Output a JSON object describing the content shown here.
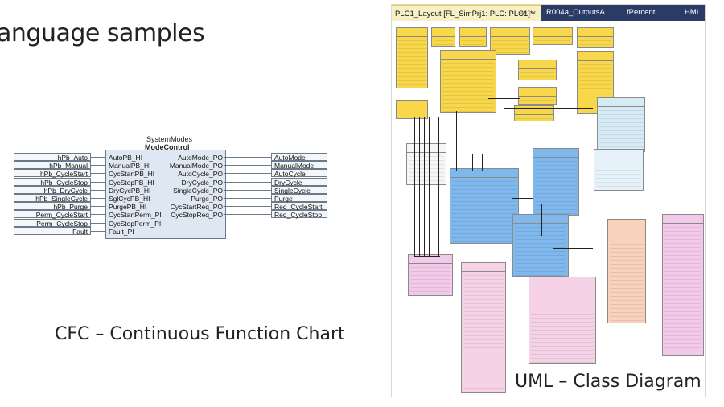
{
  "slide": {
    "title": "anguage samples",
    "cfc_caption": "CFC – Continuous Function Chart",
    "uml_caption": "UML – Class Diagram"
  },
  "cfc": {
    "block_type": "SystemModes",
    "block_name": "ModeControl",
    "inputs": [
      {
        "var": "hPb_Auto",
        "pin": "AutoPB_HI"
      },
      {
        "var": "hPb_Manual",
        "pin": "ManualPB_HI"
      },
      {
        "var": "hPb_CycleStart",
        "pin": "CycStartPB_HI"
      },
      {
        "var": "hPb_CycleStop",
        "pin": "CycStopPB_HI"
      },
      {
        "var": "hPb_DryCycle",
        "pin": "DryCycPB_HI"
      },
      {
        "var": "hPb_SingleCycle",
        "pin": "SglCycPB_HI"
      },
      {
        "var": "hPb_Purge",
        "pin": "PurgePB_HI"
      },
      {
        "var": "Perm_CycleStart",
        "pin": "CycStartPerm_PI"
      },
      {
        "var": "Perm_CycleStop",
        "pin": "CycStopPerm_PI"
      },
      {
        "var": "Fault",
        "pin": "Fault_PI"
      }
    ],
    "outputs": [
      {
        "pin": "AutoMode_PO",
        "var": "AutoMode"
      },
      {
        "pin": "ManualMode_PO",
        "var": "ManualMode"
      },
      {
        "pin": "AutoCycle_PO",
        "var": "AutoCycle"
      },
      {
        "pin": "DryCycle_PO",
        "var": "DryCycle"
      },
      {
        "pin": "SingleCycle_PO",
        "var": "SingleCycle"
      },
      {
        "pin": "Purge_PO",
        "var": "Purge"
      },
      {
        "pin": "CycStartReq_PO",
        "var": "Req_CycleStart"
      },
      {
        "pin": "CycStopReq_PO",
        "var": "Req_CycleStop"
      }
    ]
  },
  "ide": {
    "tabs": [
      {
        "label": "PLC1_Layout [FL_SimPrj1: PLC: PLC1]*",
        "active": true
      },
      {
        "label": "R004a_OutputsA",
        "active": false
      },
      {
        "label": "fPercent",
        "active": false
      },
      {
        "label": "HMI",
        "active": false
      }
    ],
    "pin_icon": "pin-icon",
    "close_icon": "close-icon",
    "colors": {
      "tab_bar": "#2a3c66",
      "active_tab": "#f6f0c4",
      "program_class": "#f8d74a",
      "function_block_class": "#7fb8ec",
      "struct_class": "#f3c9e9"
    }
  }
}
